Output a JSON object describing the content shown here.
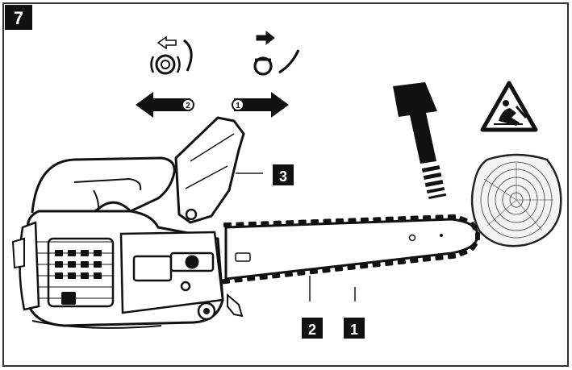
{
  "figure": {
    "number": "7"
  },
  "callouts": [
    {
      "id": "chain",
      "label": "1"
    },
    {
      "id": "guide-bar",
      "label": "2"
    },
    {
      "id": "chain-brake-guard",
      "label": "3"
    }
  ],
  "direction_badges": {
    "left": "2",
    "right": "1"
  },
  "icons": [
    "brake-release-icon",
    "brake-engage-icon",
    "warning-triangle-icon",
    "log-icon",
    "direction-arrow"
  ],
  "colors": {
    "ink": "#111111",
    "paper": "#ffffff",
    "frame": "#333333"
  }
}
